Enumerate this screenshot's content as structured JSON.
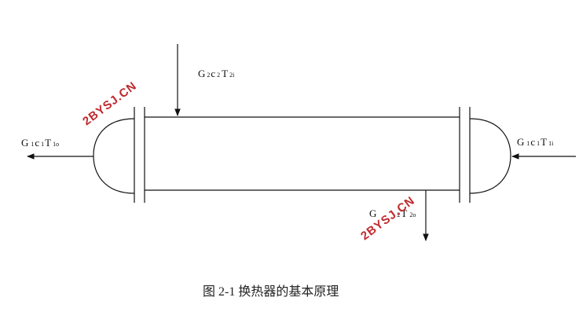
{
  "labels": {
    "cold_in": {
      "G": "G",
      "sub1": "2",
      "c": "c",
      "sub2": "2",
      "T": "T",
      "sub3": "2i"
    },
    "hot_out": {
      "G": "G",
      "sub1": "1",
      "c": "c",
      "sub2": "1",
      "T": "T",
      "sub3": "1o"
    },
    "hot_in": {
      "G": "G",
      "sub1": "1",
      "c": "c",
      "sub2": "1",
      "T": "T",
      "sub3": "1i"
    },
    "cold_out": {
      "G": "G",
      "sub1": "",
      "c": "",
      "sub2": "2",
      "T": "T",
      "sub3": "2o"
    }
  },
  "watermark": {
    "text": "2BYSJ.CN",
    "color": "#c0282d"
  },
  "caption": "图 2-1 换热器的基本原理"
}
